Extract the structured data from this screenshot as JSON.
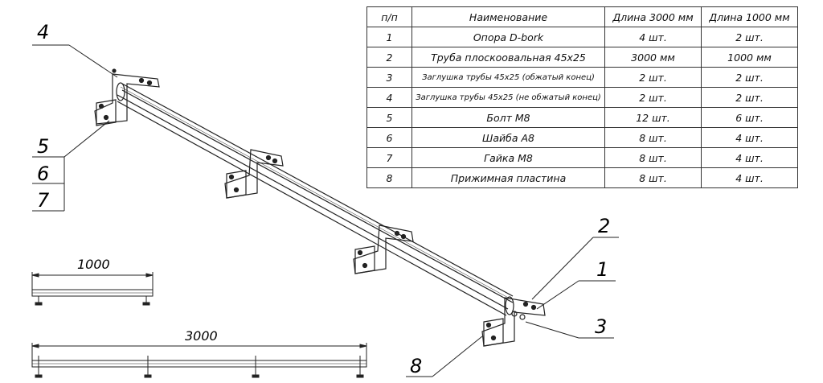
{
  "table": {
    "headers": [
      "п/п",
      "Наименование",
      "Длина 3000 мм",
      "Длина 1000 мм"
    ],
    "rows": [
      {
        "n": "1",
        "name": "Опора D-bork",
        "len3000": "4 шт.",
        "len1000": "2 шт."
      },
      {
        "n": "2",
        "name": "Труба плоскоовальная 45х25",
        "len3000": "3000 мм",
        "len1000": "1000 мм"
      },
      {
        "n": "3",
        "name": "Заглушка трубы 45х25 (обжатый конец)",
        "len3000": "2 шт.",
        "len1000": "2 шт."
      },
      {
        "n": "4",
        "name": "Заглушка трубы 45х25 (не обжатый конец)",
        "len3000": "2 шт.",
        "len1000": "2 шт."
      },
      {
        "n": "5",
        "name": "Болт М8",
        "len3000": "12 шт.",
        "len1000": "6 шт."
      },
      {
        "n": "6",
        "name": "Шайба А8",
        "len3000": "8 шт.",
        "len1000": "4 шт."
      },
      {
        "n": "7",
        "name": "Гайка М8",
        "len3000": "8 шт.",
        "len1000": "4 шт."
      },
      {
        "n": "8",
        "name": "Прижимная пластина",
        "len3000": "8 шт.",
        "len1000": "4 шт."
      }
    ]
  },
  "callouts": {
    "c1": "1",
    "c2": "2",
    "c3": "3",
    "c4": "4",
    "c5": "5",
    "c6": "6",
    "c7": "7",
    "c8": "8"
  },
  "dimensions": {
    "short": "1000",
    "long": "3000"
  }
}
